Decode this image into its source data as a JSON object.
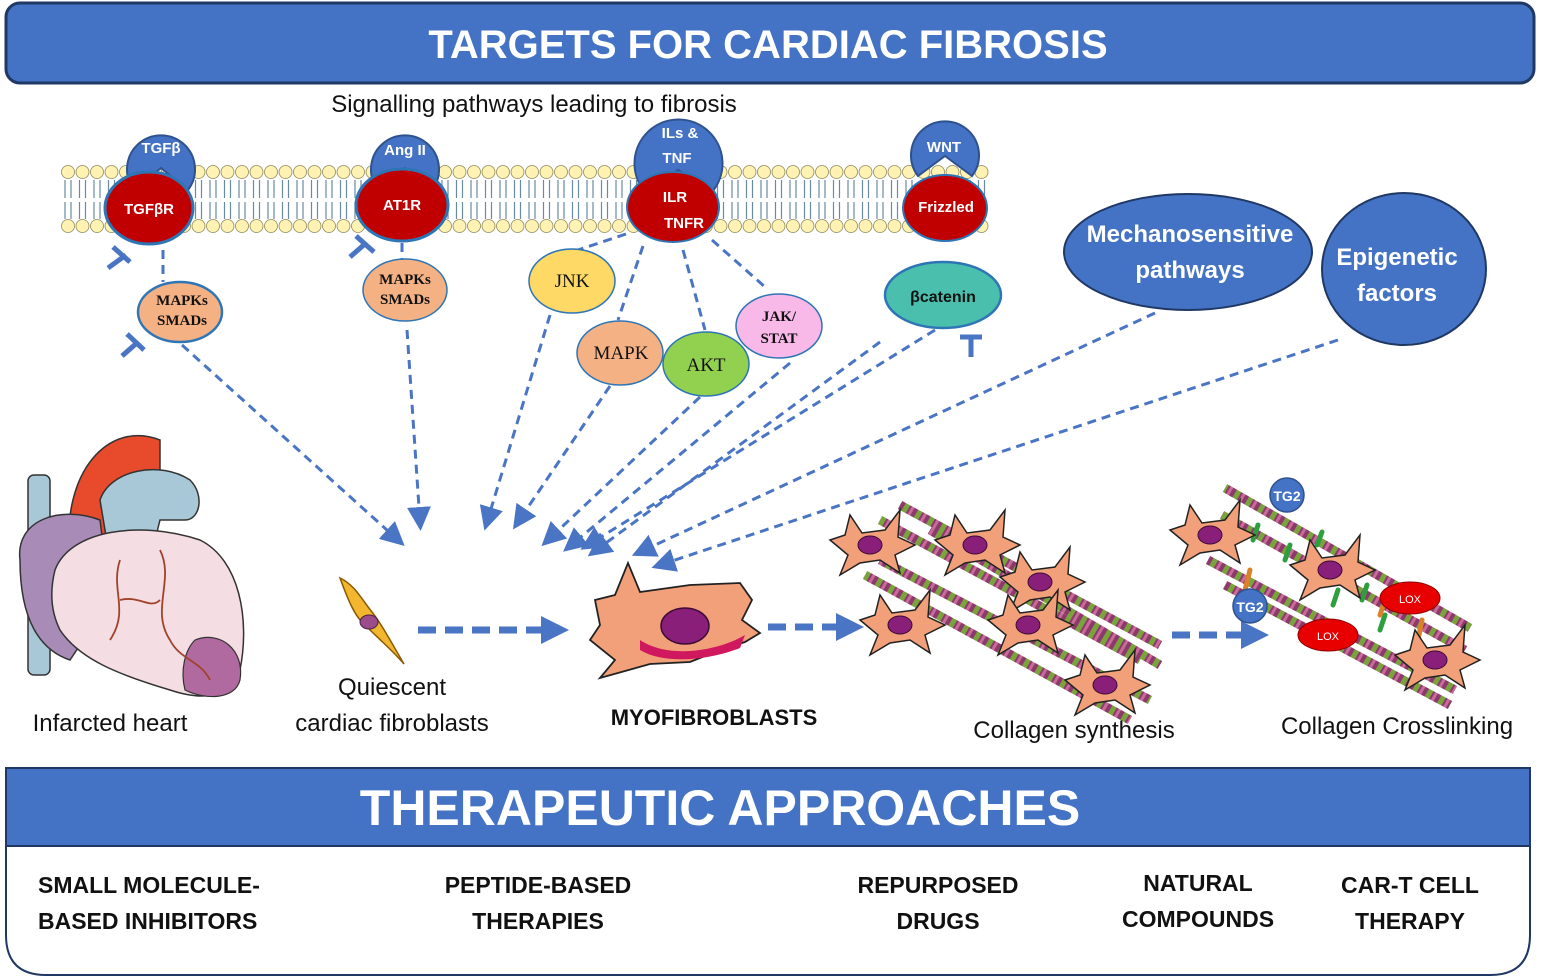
{
  "header": {
    "title": "TARGETS  FOR CARDIAC FIBROSIS",
    "subtitle": "Signalling pathways leading to fibrosis"
  },
  "receptors": [
    {
      "ligand": [
        "TGFβ"
      ],
      "receptor": [
        "TGFβR"
      ],
      "inhibited": true
    },
    {
      "ligand": [
        "Ang II"
      ],
      "receptor": [
        "AT1R"
      ],
      "inhibited": true
    },
    {
      "ligand": [
        "ILs &",
        "TNF"
      ],
      "receptor": [
        "ILR",
        "TNFR"
      ],
      "inhibited": false
    },
    {
      "ligand": [
        "WNT"
      ],
      "receptor": [
        "Frizzled"
      ],
      "inhibited": false
    }
  ],
  "effectors": [
    {
      "lines": [
        "MAPKs",
        "SMADs"
      ],
      "color": "#f4b183",
      "inhibited": true
    },
    {
      "lines": [
        "MAPKs",
        "SMADs"
      ],
      "color": "#f4b183",
      "inhibited": false
    },
    {
      "lines": [
        "JNK"
      ],
      "color": "#ffd966",
      "inhibited": false
    },
    {
      "lines": [
        "MAPK"
      ],
      "color": "#f4b183",
      "inhibited": false
    },
    {
      "lines": [
        "AKT"
      ],
      "color": "#92d050",
      "inhibited": false
    },
    {
      "lines": [
        "JAK/",
        "STAT"
      ],
      "color": "#f8b8e8",
      "inhibited": false
    },
    {
      "lines": [
        "βcatenin"
      ],
      "color": "#4bbfae",
      "inhibited": true
    }
  ],
  "other_pathways": [
    {
      "lines": [
        "Mechanosensitive",
        "pathways"
      ]
    },
    {
      "lines": [
        "Epigenetic",
        "factors"
      ]
    }
  ],
  "stages": {
    "heart": "Infarcted heart",
    "quiescent": [
      "Quiescent",
      "cardiac fibroblasts"
    ],
    "myofibroblasts": "MYOFIBROBLASTS",
    "synthesis": "Collagen synthesis",
    "crosslinking": "Collagen Crosslinking"
  },
  "crosslink_enzymes": {
    "tg2": "TG2",
    "lox": "LOX"
  },
  "therapies": {
    "title": "THERAPEUTIC  APPROACHES",
    "items": [
      {
        "lines": [
          "SMALL MOLECULE-",
          "BASED INHIBITORS"
        ]
      },
      {
        "lines": [
          "PEPTIDE-BASED",
          "THERAPIES"
        ]
      },
      {
        "lines": [
          "REPURPOSED",
          "DRUGS"
        ]
      },
      {
        "lines": [
          "NATURAL",
          "COMPOUNDS"
        ]
      },
      {
        "lines": [
          "CAR-T CELL",
          "THERAPY"
        ]
      }
    ]
  },
  "colors": {
    "banner": "#4472c4",
    "banner_border": "#1f3864",
    "receptor": "#c00000",
    "ligand": "#4472c4",
    "arrow": "#4a74c4",
    "membrane_head": "#fff2b3"
  }
}
